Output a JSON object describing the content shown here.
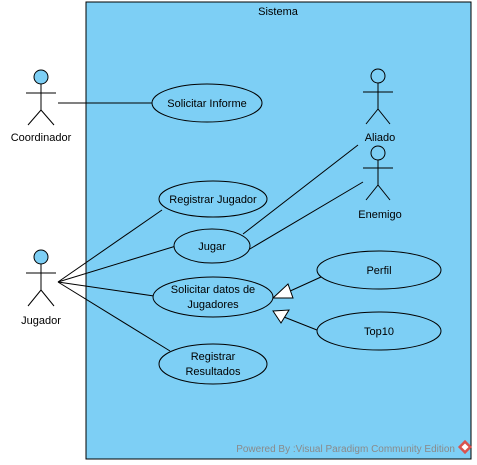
{
  "system": {
    "title": "Sistema",
    "fill": "#7dcff5"
  },
  "actors": {
    "coordinador": "Coordinador",
    "jugador": "Jugador",
    "aliado": "Aliado",
    "enemigo": "Enemigo",
    "head_fill": "#7dcff5"
  },
  "use_cases": {
    "solicitar_informe": "Solicitar Informe",
    "registrar_jugador": "Registrar Jugador",
    "jugar": "Jugar",
    "solicitar_datos": [
      "Solicitar datos de",
      "Jugadores"
    ],
    "registrar_resultados": [
      "Registrar",
      "Resultados"
    ],
    "perfil": "Perfil",
    "top10": "Top10"
  },
  "watermark": {
    "text": "Powered By :Visual Paradigm Community Edition",
    "icon": "visual-paradigm-logo-icon",
    "icon_color": "#d9534f"
  }
}
